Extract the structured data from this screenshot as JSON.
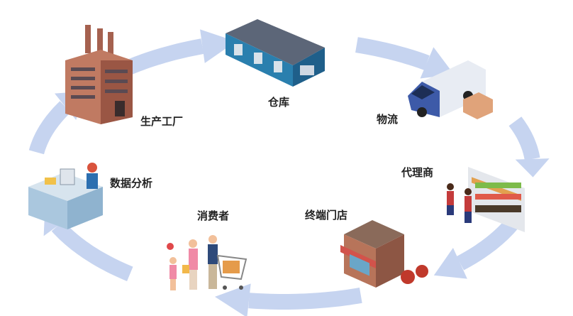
{
  "diagram": {
    "title": "",
    "arrow_color": "#c6d4f0",
    "nodes": [
      {
        "id": "factory",
        "label": "生产工厂",
        "icon": "factory-icon"
      },
      {
        "id": "warehouse",
        "label": "仓库",
        "icon": "warehouse-icon"
      },
      {
        "id": "logistics",
        "label": "物流",
        "icon": "van-icon"
      },
      {
        "id": "agent",
        "label": "代理商",
        "icon": "shelves-icon"
      },
      {
        "id": "store",
        "label": "终端门店",
        "icon": "store-icon"
      },
      {
        "id": "consumer",
        "label": "消费者",
        "icon": "shoppers-icon"
      },
      {
        "id": "analysis",
        "label": "数据分析",
        "icon": "desk-worker-icon"
      }
    ],
    "flow": "clockwise"
  }
}
